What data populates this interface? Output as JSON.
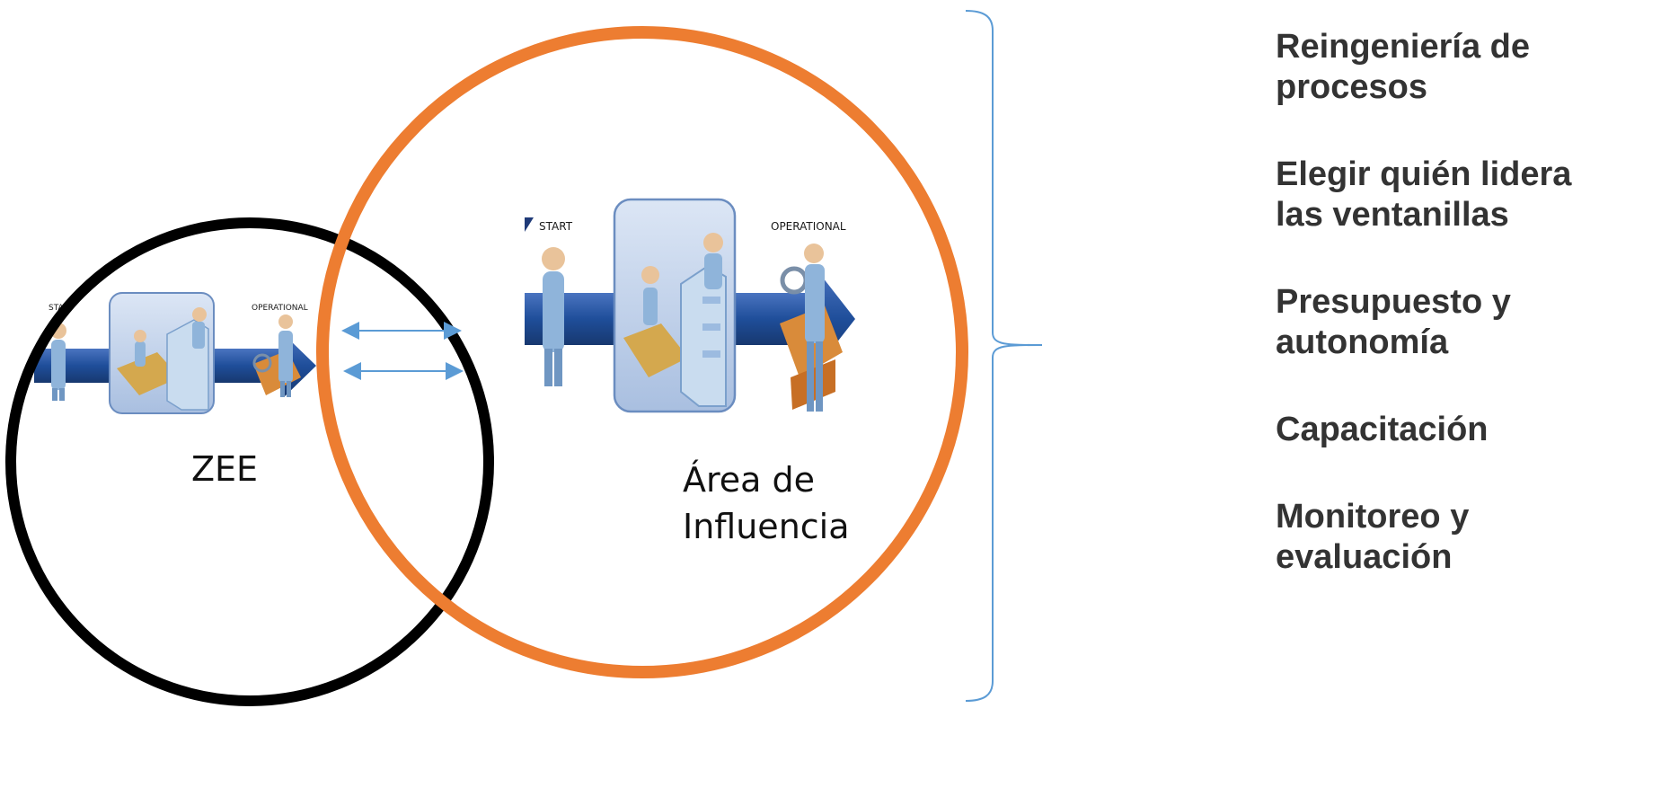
{
  "diagram": {
    "left_circle_label": "ZEE",
    "right_circle_label_line1": "Área de",
    "right_circle_label_line2": "Influencia",
    "process_start_label": "START",
    "process_end_label": "OPERATIONAL",
    "colors": {
      "left_circle": "#000000",
      "right_circle": "#ED7D31",
      "arrows": "#5B9BD5",
      "brace": "#5B9BD5",
      "process_arrow": "#1F4E9A",
      "process_box": "#C5D6EE"
    }
  },
  "side_list": {
    "items": [
      {
        "line1": "Reingeniería de",
        "line2": "procesos"
      },
      {
        "line1": "Elegir quién lidera",
        "line2": "las ventanillas"
      },
      {
        "line1": "Presupuesto y",
        "line2": "autonomía"
      },
      {
        "line1": "Capacitación",
        "line2": ""
      },
      {
        "line1": "Monitoreo y",
        "line2": "evaluación"
      }
    ]
  }
}
